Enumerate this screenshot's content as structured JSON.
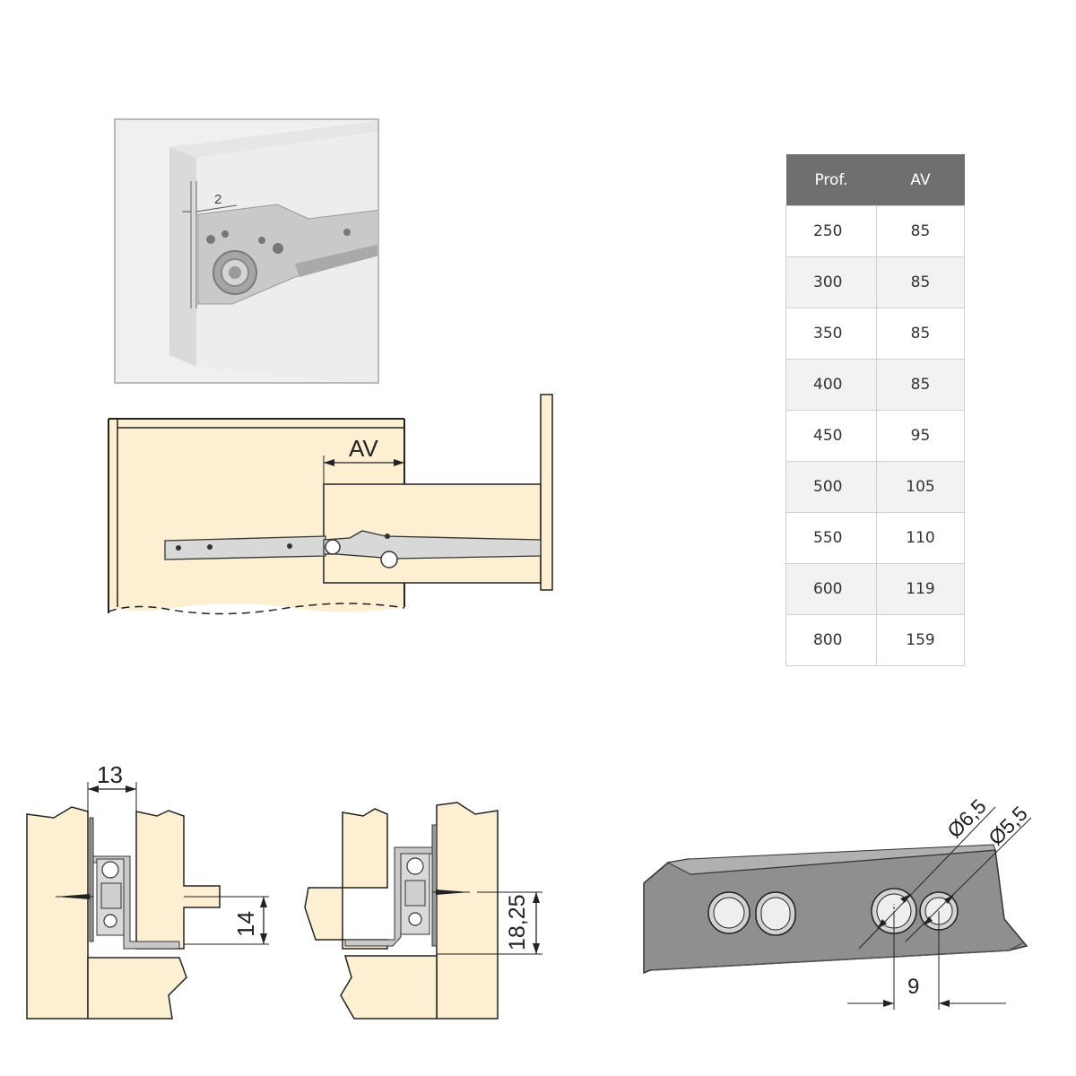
{
  "photo": {
    "dimension_label": "2"
  },
  "side_view": {
    "dimension_label": "AV"
  },
  "table": {
    "headers": [
      "Prof.",
      "AV"
    ],
    "rows": [
      [
        "250",
        "85"
      ],
      [
        "300",
        "85"
      ],
      [
        "350",
        "85"
      ],
      [
        "400",
        "85"
      ],
      [
        "450",
        "95"
      ],
      [
        "500",
        "105"
      ],
      [
        "550",
        "110"
      ],
      [
        "600",
        "119"
      ],
      [
        "800",
        "159"
      ]
    ]
  },
  "section_left": {
    "width_label": "13",
    "height_label": "14"
  },
  "section_right": {
    "height_label": "18,25"
  },
  "rail_detail": {
    "hole1_label": "Ø6,5",
    "hole2_label": "Ø5,5",
    "spacing_label": "9"
  },
  "colors": {
    "wood": "#fcefd2",
    "header_gray": "#6f6f6f",
    "metal": "#cfcfcf",
    "rail_gray": "#8a8a8a"
  }
}
